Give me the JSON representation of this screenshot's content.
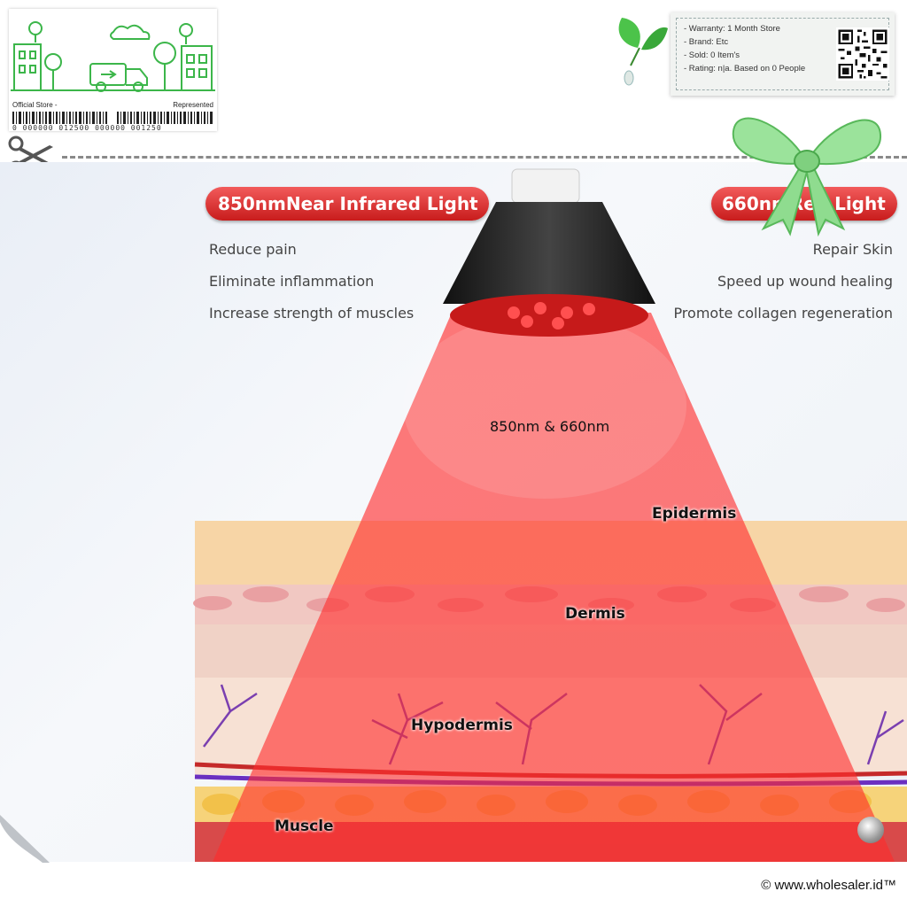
{
  "store_card": {
    "left_label": "Official Store -",
    "right_label": "Represented",
    "barcode_number": "0 000000 012500 000000 001250"
  },
  "info_card": {
    "lines": [
      "- Warranty: 1 Month Store",
      "- Brand: Etc",
      "- Sold: 0 Item's",
      "- Rating: n|a. Based on 0 People"
    ]
  },
  "product": {
    "left_title": "850nmNear Infrared Light",
    "right_title": "660nmRed Light",
    "left_benefits": [
      "Reduce pain",
      "Eliminate inflammation",
      "Increase strength of muscles"
    ],
    "right_benefits": [
      "Repair Skin",
      "Speed up wound healing",
      "Promote collagen regeneration"
    ],
    "beam_label": "850nm & 660nm",
    "layers": [
      "Epidermis",
      "Dermis",
      "Hypodermis",
      "Muscle"
    ]
  },
  "colors": {
    "accent_red": "#d42a2a",
    "store_green": "#3cb64a"
  },
  "icons": [
    "scissors-icon",
    "leaf-icon",
    "bow-icon",
    "qr-code-icon",
    "barcode-icon"
  ],
  "footer": {
    "copyright": "© www.wholesaler.id™"
  }
}
